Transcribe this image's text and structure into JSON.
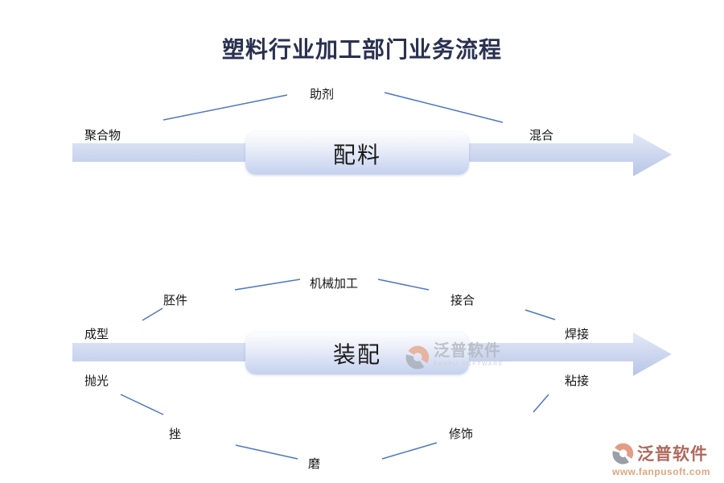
{
  "title": "塑料行业加工部门业务流程",
  "flow1": {
    "stage_label": "配料",
    "node_left": "聚合物",
    "node_top": "助剂",
    "node_right": "混合"
  },
  "flow2": {
    "stage_label": "装配",
    "nodes": {
      "blank": "胚件",
      "machining": "机械加工",
      "joining": "接合",
      "molding": "成型",
      "welding": "焊接",
      "polishing": "抛光",
      "bonding": "粘接",
      "filing": "挫",
      "finishing": "修饰",
      "grinding": "磨"
    }
  },
  "watermark_center": {
    "brand": "泛普软件",
    "tagline": "FANPU SOFTWARE"
  },
  "watermark_corner": {
    "brand": "泛普软件",
    "url": "www.fanpusoft.com"
  },
  "colors": {
    "connector_line": "#4d76c8",
    "arrow_fill_top": "#e3e9f6",
    "arrow_fill_bottom": "#b7c5e8",
    "title_text": "#2a3150",
    "corner_brand": "#a8574c",
    "corner_url": "#dd9c72"
  }
}
